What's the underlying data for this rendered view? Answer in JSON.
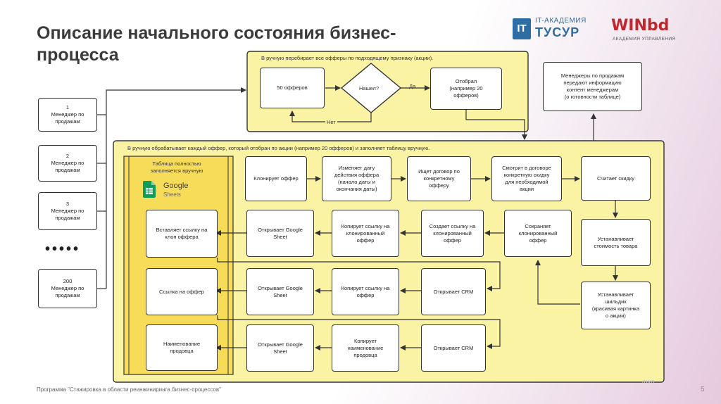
{
  "header": {
    "title": "Описание начального состояния бизнес-процесса"
  },
  "logos": {
    "it_box": "IT",
    "it_top": "IT-АКАДЕМИЯ",
    "it_main": "ТУСУР",
    "win_main": "WINbd",
    "win_sub": "АКАДЕМИЯ УПРАВЛЕНИЯ"
  },
  "diagram": {
    "managers": [
      "1\nМенеджер по\nпродажам",
      "2\nМенеджер по\nпродажам",
      "3\nМенеджер по\nпродажам",
      "200\nМенеджер по\nпродажам"
    ],
    "dots": "•••••",
    "top_region_label": "В ручную перебирает все офферы по подходящему признаку (акции).",
    "offers50": "50 офферов",
    "decision": "Нашел?",
    "yes": "Да",
    "no": "Нет",
    "selected": "Отобрал\n(например 20\nофферов)",
    "managers_info": "Менеджеры по продажам\nпередают информацию\nконтент менеджерам\n(о готовности таблице)",
    "main_region_label": "В ручную обрабатывает каждый оффер, который отобран по акции (например 20 офферов) и  заполняет таблицу вручную.",
    "table_label": "Таблица полностью\nзаполняется вручную",
    "sheets_title": "Google",
    "sheets_sub": "Sheets",
    "row1": [
      "Клонирует оффер",
      "Изменяет дату\nдействия оффера\n(начало даты и\nокончания даты)",
      "Ищет договор по\nконкретному\nофферу",
      "Смотрит в договоре\nконкретную скидку\nдля необходимой\nакции",
      "Считает скидку"
    ],
    "row2": [
      "Вставляет ссылку на\nклон оффера",
      "Открывает Google\nSheet",
      "Копирует ссылку на\nклонированный\nоффер",
      "Создает ссылку на\nклонированный\nоффер",
      "Сохраняет\nклонированный\nоффер"
    ],
    "right_col": [
      "Устанавливает\nстоимость товара",
      "Устанавливает\nшильдик\n(красивая картинка\nо акции)"
    ],
    "row3": [
      "Ссылка на оффер",
      "Открывает Google\nSheet",
      "Копирует ссылку на\nоффер",
      "Открывает CRM"
    ],
    "row4": [
      "Наименование\nпродовца",
      "Открывает Google\nSheet",
      "Копирует\nнаименование\nпродовца",
      "Открывает CRM"
    ]
  },
  "footer": {
    "program": "Программа \"Стажировка в области реинжиниринга бизнес-процессов\"",
    "page": "5",
    "watermark": "miro"
  },
  "colors": {
    "region_fill": "#fbf3a4",
    "region_border": "#333333",
    "table_fill": "#f7dc59",
    "sheets_green": "#0f9d58"
  }
}
